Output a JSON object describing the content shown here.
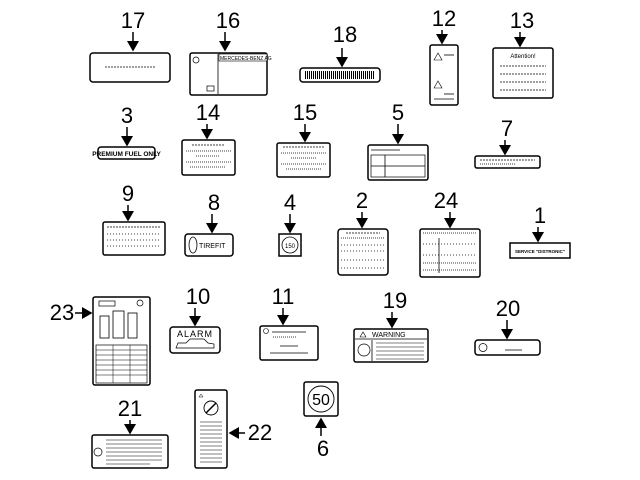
{
  "callouts": {
    "n1": "1",
    "n2": "2",
    "n3": "3",
    "n4": "4",
    "n5": "5",
    "n6": "6",
    "n7": "7",
    "n8": "8",
    "n9": "9",
    "n10": "10",
    "n11": "11",
    "n12": "12",
    "n13": "13",
    "n14": "14",
    "n15": "15",
    "n16": "16",
    "n17": "17",
    "n18": "18",
    "n19": "19",
    "n20": "20",
    "n21": "21",
    "n22": "22",
    "n23": "23",
    "n24": "24"
  },
  "labels": {
    "premium_fuel": "PREMIUM FUEL ONLY",
    "tirefit": "TIREFIT",
    "speed_150": "150",
    "speed_50": "50",
    "alarm": "ALARM",
    "warning": "WARNING",
    "attention": "Attention!",
    "mercedes": "MERCEDES-BENZ AG",
    "service": "SERVICE \"DISTRONIC\""
  }
}
